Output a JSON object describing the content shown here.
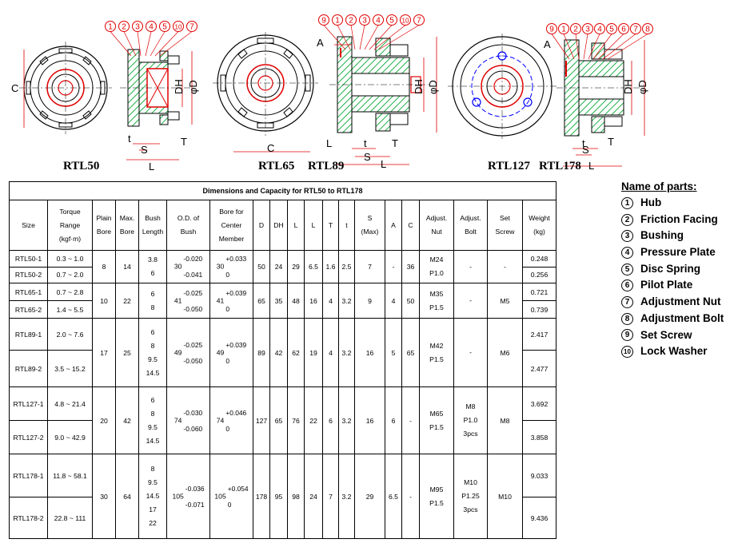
{
  "drawings": {
    "model_labels": [
      "RTL50",
      "RTL65",
      "RTL89",
      "RTL127",
      "RTL178"
    ],
    "callouts": {
      "rtl50": [
        "1",
        "2",
        "3",
        "4",
        "5",
        "10",
        "7"
      ],
      "rtl89": [
        "9",
        "1",
        "2",
        "3",
        "4",
        "5",
        "10",
        "7"
      ],
      "rtl127": [
        "9",
        "1",
        "2",
        "3",
        "4",
        "5",
        "6",
        "7",
        "8"
      ]
    },
    "dim_letters": [
      "C",
      "DH",
      "φD",
      "t",
      "S",
      "T",
      "L",
      "A"
    ],
    "colors": {
      "hatch": "#22b14c",
      "callout": "#e00000",
      "bore": "#e00000",
      "dimension": "#e00000",
      "bolt_circle": "#0000ff"
    }
  },
  "table": {
    "caption": "Dimensions and Capacity for RTL50 to RTL178",
    "headers": {
      "size": "Size",
      "torque": [
        "Torque",
        "Range",
        "(kgf·m)"
      ],
      "plain_bore": [
        "Plain",
        "Bore"
      ],
      "max_bore": [
        "Max.",
        "Bore"
      ],
      "bush_length": [
        "Bush",
        "Length"
      ],
      "od_bush": [
        "O.D. of",
        "Bush"
      ],
      "bore_center": [
        "Bore for",
        "Center",
        "Member"
      ],
      "d": "D",
      "dh": "DH",
      "l1": "L",
      "l2": "L",
      "t_cap": "T",
      "t_small": "t",
      "s": [
        "S",
        "(Max)"
      ],
      "a": "A",
      "c": "C",
      "adj_nut": [
        "Adjust.",
        "Nut"
      ],
      "adj_bolt": [
        "Adjust.",
        "Bolt"
      ],
      "set_screw": [
        "Set",
        "Screw"
      ],
      "weight": [
        "Weight",
        "(kg)"
      ]
    },
    "groups": [
      {
        "rows": [
          {
            "size": "RTL50-1",
            "torque": "0.3 ~ 1.0",
            "weight": "0.248"
          },
          {
            "size": "RTL50-2",
            "torque": "0.7 ~ 2.0",
            "weight": "0.256"
          }
        ],
        "plain": "8",
        "max": "14",
        "bush": [
          "3.8",
          "6"
        ],
        "od_nom": "30",
        "od_tol": [
          "-0.020",
          "-0.041"
        ],
        "bc_nom": "30",
        "bc_tol": [
          "+0.033",
          "0"
        ],
        "d": "50",
        "dh": "24",
        "l1": "29",
        "l2": "6.5",
        "tc": "1.6",
        "ts": "2.5",
        "s": "7",
        "a": "-",
        "c": "36",
        "nut": [
          "M24",
          "P1.0"
        ],
        "bolt": [
          "-"
        ],
        "screw": "-"
      },
      {
        "rows": [
          {
            "size": "RTL65-1",
            "torque": "0.7 ~ 2.8",
            "weight": "0.721"
          },
          {
            "size": "RTL65-2",
            "torque": "1.4 ~ 5.5",
            "weight": "0.739"
          }
        ],
        "plain": "10",
        "max": "22",
        "bush": [
          "6",
          "8"
        ],
        "od_nom": "41",
        "od_tol": [
          "-0.025",
          "-0.050"
        ],
        "bc_nom": "41",
        "bc_tol": [
          "+0.039",
          "0"
        ],
        "d": "65",
        "dh": "35",
        "l1": "48",
        "l2": "16",
        "tc": "4",
        "ts": "3.2",
        "s": "9",
        "a": "4",
        "c": "50",
        "nut": [
          "M35",
          "P1.5"
        ],
        "bolt": [
          "-"
        ],
        "screw": "M5"
      },
      {
        "rows": [
          {
            "size": "RTL89-1",
            "torque": "2.0 ~ 7.6",
            "weight": "2.417"
          },
          {
            "size": "RTL89-2",
            "torque": "3.5 ~ 15.2",
            "weight": "2.477"
          }
        ],
        "plain": "17",
        "max": "25",
        "bush": [
          "6",
          "8",
          "9.5",
          "14.5"
        ],
        "od_nom": "49",
        "od_tol": [
          "-0.025",
          "-0.050"
        ],
        "bc_nom": "49",
        "bc_tol": [
          "+0.039",
          "0"
        ],
        "d": "89",
        "dh": "42",
        "l1": "62",
        "l2": "19",
        "tc": "4",
        "ts": "3.2",
        "s": "16",
        "a": "5",
        "c": "65",
        "nut": [
          "M42",
          "P1.5"
        ],
        "bolt": [
          "-"
        ],
        "screw": "M6"
      },
      {
        "rows": [
          {
            "size": "RTL127-1",
            "torque": "4.8 ~ 21.4",
            "weight": "3.692"
          },
          {
            "size": "RTL127-2",
            "torque": "9.0 ~ 42.9",
            "weight": "3.858"
          }
        ],
        "plain": "20",
        "max": "42",
        "bush": [
          "6",
          "8",
          "9.5",
          "14.5"
        ],
        "od_nom": "74",
        "od_tol": [
          "-0.030",
          "-0.060"
        ],
        "bc_nom": "74",
        "bc_tol": [
          "+0.046",
          "0"
        ],
        "d": "127",
        "dh": "65",
        "l1": "76",
        "l2": "22",
        "tc": "6",
        "ts": "3.2",
        "s": "16",
        "a": "6",
        "c": "-",
        "nut": [
          "M65",
          "P1.5"
        ],
        "bolt": [
          "M8",
          "P1.0",
          "3pcs"
        ],
        "screw": "M8"
      },
      {
        "rows": [
          {
            "size": "RTL178-1",
            "torque": "11.8 ~ 58.1",
            "weight": "9.033"
          },
          {
            "size": "RTL178-2",
            "torque": "22.8 ~ 111",
            "weight": "9.436"
          }
        ],
        "plain": "30",
        "max": "64",
        "bush": [
          "8",
          "9.5",
          "14.5",
          "17",
          "22"
        ],
        "od_nom": "105",
        "od_tol": [
          "-0.036",
          "-0.071"
        ],
        "bc_nom": "105",
        "bc_tol": [
          "+0.054",
          "0"
        ],
        "d": "178",
        "dh": "95",
        "l1": "98",
        "l2": "24",
        "tc": "7",
        "ts": "3.2",
        "s": "29",
        "a": "6.5",
        "c": "-",
        "nut": [
          "M95",
          "P1.5"
        ],
        "bolt": [
          "M10",
          "P1.25",
          "3pcs"
        ],
        "screw": "M10"
      }
    ]
  },
  "parts": {
    "title": "Name of parts:",
    "items": [
      {
        "num": "1",
        "name": "Hub"
      },
      {
        "num": "2",
        "name": "Friction Facing"
      },
      {
        "num": "3",
        "name": "Bushing"
      },
      {
        "num": "4",
        "name": "Pressure Plate"
      },
      {
        "num": "5",
        "name": "Disc Spring"
      },
      {
        "num": "6",
        "name": "Pilot Plate"
      },
      {
        "num": "7",
        "name": "Adjustment Nut"
      },
      {
        "num": "8",
        "name": "Adjustment Bolt"
      },
      {
        "num": "9",
        "name": "Set Screw"
      },
      {
        "num": "10",
        "name": "Lock Washer"
      }
    ]
  }
}
